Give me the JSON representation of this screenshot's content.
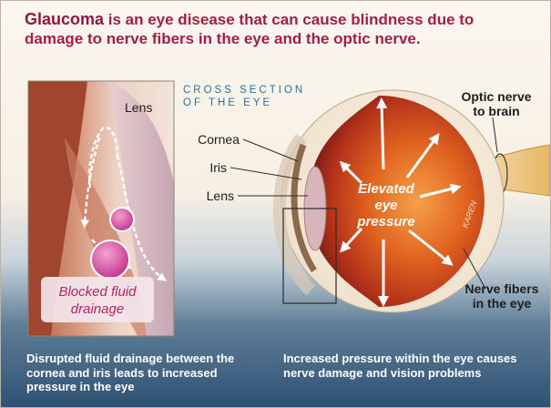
{
  "headline": {
    "lead": "Glaucoma",
    "rest": " is an eye disease that can cause blindness due to damage to nerve fibers in the eye and the optic nerve."
  },
  "section_title": {
    "line1": "CROSS SECTION",
    "line2": "OF THE EYE"
  },
  "inset": {
    "lens_label": "Lens",
    "blocked_line1": "Blocked fluid",
    "blocked_line2": "drainage"
  },
  "eye_labels": {
    "cornea": "Cornea",
    "iris": "Iris",
    "lens": "Lens",
    "optic_line1": "Optic nerve",
    "optic_line2": "to brain",
    "nerve_line1": "Nerve fibers",
    "nerve_line2": "in the eye"
  },
  "pressure": {
    "line1": "Elevated",
    "line2": "eye",
    "line3": "pressure"
  },
  "signature": "KAREN",
  "captions": {
    "left": "Disrupted fluid drainage between the cornea and iris leads to increased pressure in the eye",
    "right": "Increased pressure within the eye causes nerve damage and vision problems"
  },
  "colors": {
    "headline": "#a21e4a",
    "section_title": "#2e6f9a",
    "blocked_label": "#b12467",
    "caption_text": "#ffffff"
  }
}
